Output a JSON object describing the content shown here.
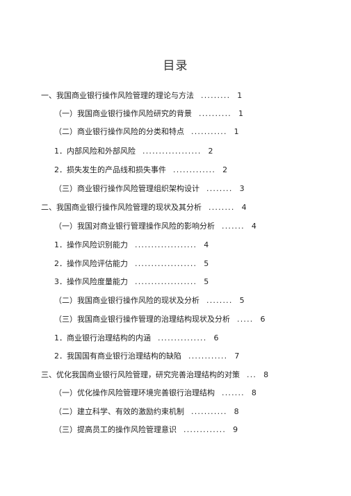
{
  "title": "目录",
  "entries": [
    {
      "text": "一、我国商业银行操作风险管理的理论与方法",
      "dots": ".........",
      "page": "1"
    },
    {
      "text": "（一）我国商业银行操作风险研究的背景",
      "dots": "..........",
      "page": "1"
    },
    {
      "text": "（二）商业银行操作风险的分类和特点",
      "dots": "...........",
      "page": "1"
    },
    {
      "text": "1．内部风险和外部风险",
      "dots": "..................",
      "page": "2"
    },
    {
      "text": "2．损失发生的产品线和损失事件",
      "dots": ".............",
      "page": "2"
    },
    {
      "text": "（三）商业银行操作风险管理组织架构设计",
      "dots": "........",
      "page": "3"
    },
    {
      "text": "二、我国商业银行操作风险管理的现状及其分析",
      "dots": "........",
      "page": "4"
    },
    {
      "text": "（一）我国对商业银行管理操作风险的影响分析",
      "dots": ".......",
      "page": "4"
    },
    {
      "text": "1．操作风险识别能力",
      "dots": "...................",
      "page": "4"
    },
    {
      "text": "2．操作风险评估能力",
      "dots": "...................",
      "page": "5"
    },
    {
      "text": "3．操作风险度量能力",
      "dots": "...................",
      "page": "5"
    },
    {
      "text": "（二）我国商业银行操作风险的现状及分析",
      "dots": "........",
      "page": "5"
    },
    {
      "text": "（三）我国商业银行操作管理的治理结构现状及分析",
      "dots": ".....",
      "page": "6"
    },
    {
      "text": "1．商业银行治理结构的内涵",
      "dots": "...............",
      "page": "6"
    },
    {
      "text": "2．我国国有商业银行治理结构的缺陷",
      "dots": "............",
      "page": "7"
    },
    {
      "text": "三、优化我国商业银行风险管理，研究完善治理结构的对策",
      "dots": "...",
      "page": "8"
    },
    {
      "text": "（一）优化操作风险管理环境完善银行治理结构",
      "dots": ".......",
      "page": "8"
    },
    {
      "text": "（二）建立科学、有效的激励约束机制",
      "dots": "...........",
      "page": "8"
    },
    {
      "text": "（三）提高员工的操作风险管理意识",
      "dots": ".............",
      "page": "9"
    }
  ]
}
